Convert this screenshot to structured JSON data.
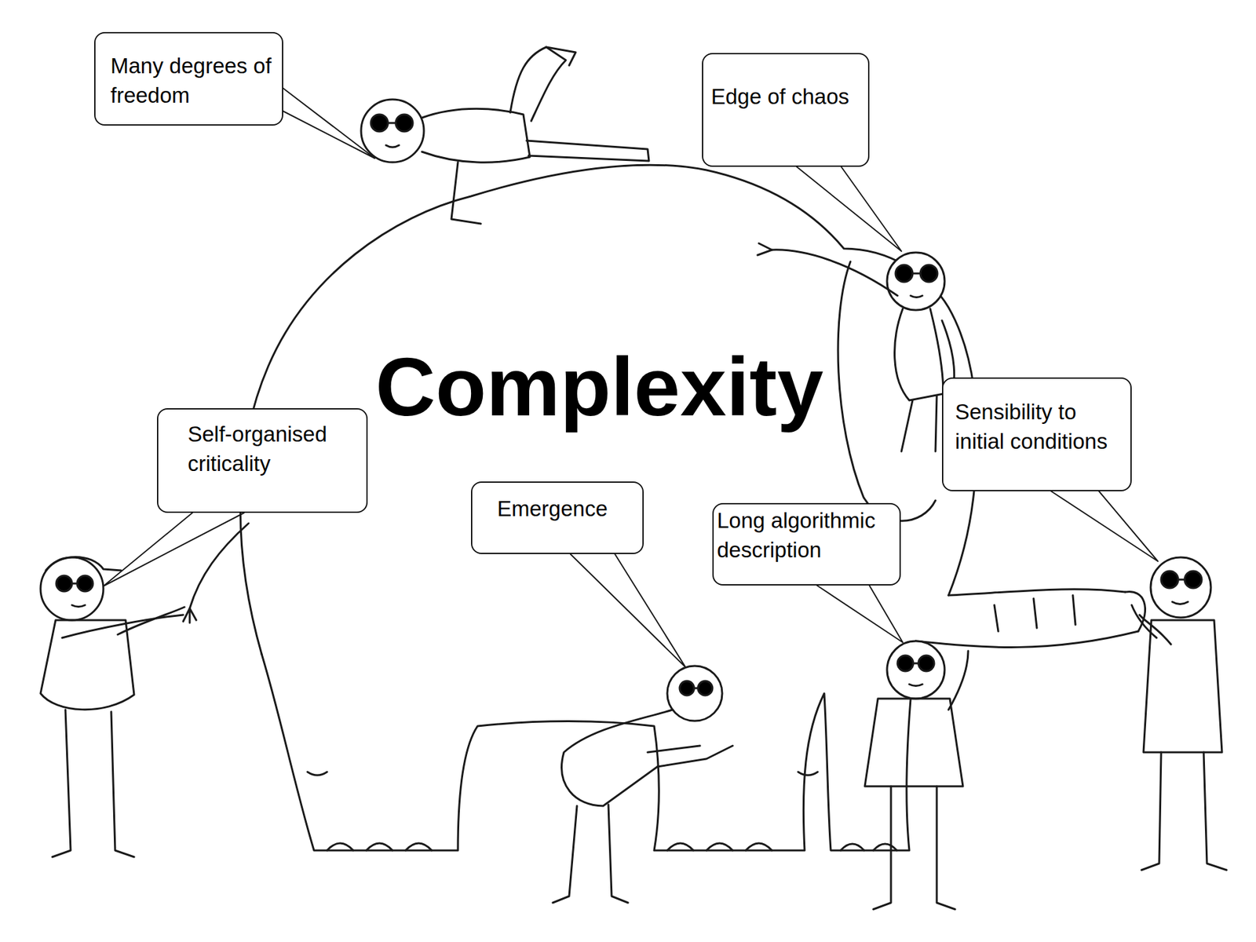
{
  "diagram": {
    "title": "Complexity",
    "nodes": [
      {
        "text": [
          "Many degrees of freedom"
        ]
      },
      {
        "text": [
          "Edge of chaos"
        ]
      },
      {
        "text": [
          "Self-organised criticality"
        ]
      },
      {
        "text": [
          "Emergence"
        ]
      },
      {
        "text": [
          "Long algorithmic description"
        ]
      },
      {
        "text": [
          "Sensibility to initial conditions"
        ]
      }
    ]
  }
}
